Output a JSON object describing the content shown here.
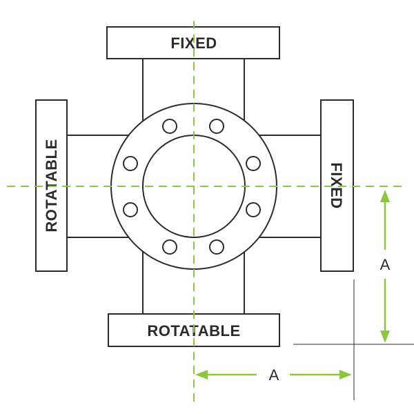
{
  "flanges": {
    "top": "FIXED",
    "right": "FIXED",
    "left": "ROTATABLE",
    "bottom": "ROTATABLE"
  },
  "dimensions": {
    "vertical": "A",
    "horizontal": "A"
  },
  "colors": {
    "accent": "#8cc63f",
    "outline": "#2b2b2b",
    "background": "#ffffff"
  }
}
